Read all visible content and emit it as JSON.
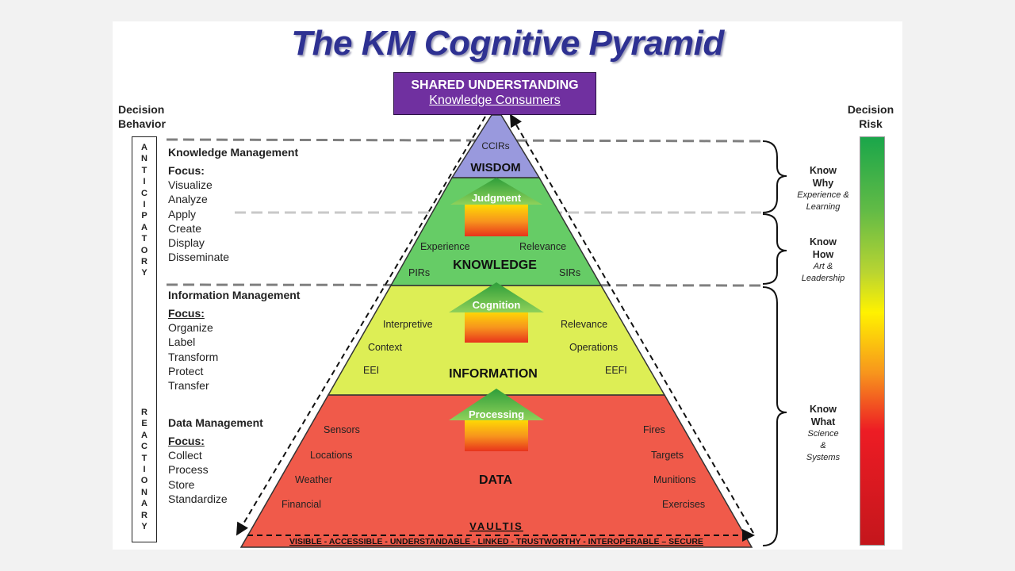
{
  "title": "The KM Cognitive Pyramid",
  "top_box": {
    "line1": "SHARED UNDERSTANDING",
    "line2": "Knowledge Consumers"
  },
  "left_header": {
    "line1": "Decision",
    "line2": "Behavior"
  },
  "right_header": {
    "line1": "Decision",
    "line2": "Risk"
  },
  "vertical_top": "ANTICIPATORY",
  "vertical_bottom": "REACTIONARY",
  "management": [
    {
      "heading": "Knowledge Management",
      "focus": "Focus:",
      "items": [
        "Visualize",
        "Analyze",
        "Apply",
        "Create",
        "Display",
        "Disseminate"
      ]
    },
    {
      "heading": "Information Management",
      "focus": "Focus:",
      "items": [
        "Organize",
        "Label",
        "Transform",
        "Protect",
        "Transfer"
      ]
    },
    {
      "heading": "Data Management",
      "focus": "Focus:",
      "items": [
        "Collect",
        "Process",
        "Store",
        "Standardize"
      ]
    }
  ],
  "levels": {
    "wisdom": {
      "name": "WISDOM",
      "label": "CCIRs",
      "color": "#9999dd"
    },
    "knowledge": {
      "name": "KNOWLEDGE",
      "arrow": "Judgment",
      "left": [
        "Experience",
        "PIRs"
      ],
      "right": [
        "Relevance",
        "SIRs"
      ],
      "color": "#66cc66"
    },
    "information": {
      "name": "INFORMATION",
      "arrow": "Cognition",
      "left": [
        "Interpretive",
        "Context",
        "EEI"
      ],
      "right": [
        "Relevance",
        "Operations",
        "EEFI"
      ],
      "color": "#ddee55"
    },
    "data": {
      "name": "DATA",
      "arrow": "Processing",
      "left": [
        "Sensors",
        "Locations",
        "Weather",
        "Financial"
      ],
      "right": [
        "Fires",
        "Targets",
        "Munitions",
        "Exercises"
      ],
      "color": "#f05a4a"
    }
  },
  "vaultis": {
    "title": "VAULTIS",
    "caption": "VISIBLE - ACCESSIBLE - UNDERSTANDABLE - LINKED - TRUSTWORTHY - INTEROPERABLE – SECURE"
  },
  "know": [
    {
      "h1": "Know",
      "h2": "Why",
      "s1": "Experience &",
      "s2": "Learning"
    },
    {
      "h1": "Know",
      "h2": "How",
      "s1": "Art &",
      "s2": "Leadership"
    },
    {
      "h1": "Know",
      "h2": "What",
      "s1": "Science",
      "s2": "&",
      "s3": "Systems"
    }
  ]
}
